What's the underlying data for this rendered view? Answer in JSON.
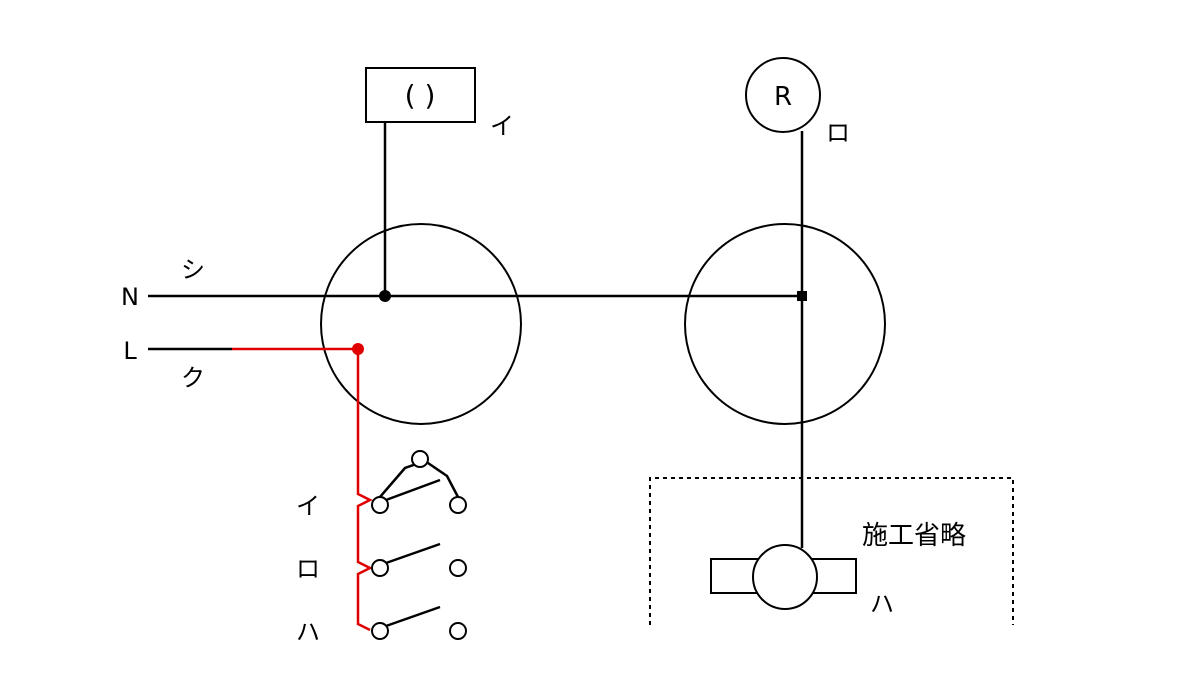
{
  "colors": {
    "wire": "#000000",
    "hot_wire": "#e00000",
    "background": "#ffffff"
  },
  "source": {
    "neutral_label": "N",
    "line_label": "L",
    "neutral_wire_label": "シ",
    "line_wire_label": "ク"
  },
  "fixture": {
    "symbol_text": "(  )",
    "label": "イ"
  },
  "receptacle": {
    "symbol_text": "R",
    "label": "ロ"
  },
  "switches": [
    {
      "label": "イ",
      "type": "switch-with-pilot"
    },
    {
      "label": "ロ",
      "type": "switch"
    },
    {
      "label": "ハ",
      "type": "switch"
    }
  ],
  "omitted_area": {
    "note": "施工省略",
    "device_label": "ハ",
    "device_icon": "fan-motor-icon"
  }
}
